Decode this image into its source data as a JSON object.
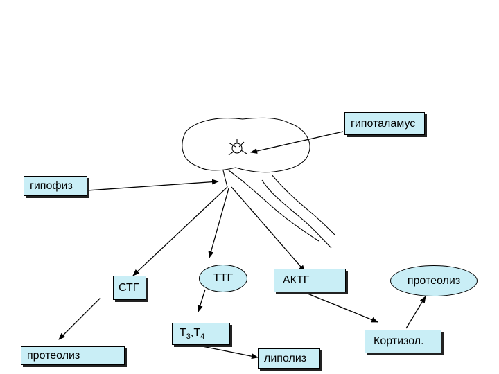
{
  "nodes": {
    "hypothalamus": "гипоталамус",
    "pituitary": "гипофиз",
    "stg": "СТГ",
    "ttg": "ТТГ",
    "aktg": "АКТГ",
    "proteolysis_top": "протеолиз",
    "t_hormones": {
      "t": "Т",
      "sub3": "3",
      "sep": ",",
      "sub4": "4"
    },
    "cortisol": "Кортизол.",
    "proteolysis_bottom": "протеолиз",
    "lipolysis": "липолиз"
  },
  "colors": {
    "box_fill": "#c9eef6",
    "stroke": "#000000"
  }
}
